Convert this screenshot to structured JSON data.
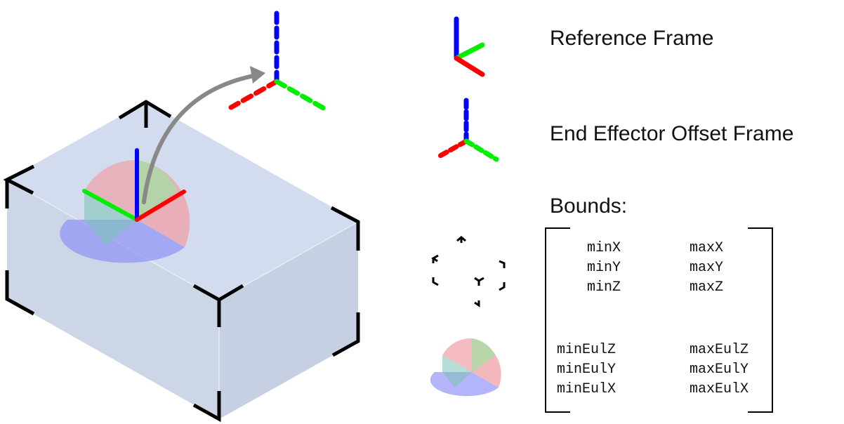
{
  "legend": {
    "reference_frame": "Reference Frame",
    "end_effector_offset_frame": "End Effector Offset Frame",
    "bounds_heading": "Bounds:"
  },
  "bounds_matrix": {
    "position": {
      "min": [
        "minX",
        "minY",
        "minZ"
      ],
      "max": [
        "maxX",
        "maxY",
        "maxZ"
      ]
    },
    "orientation": {
      "min": [
        "minEulZ",
        "minEulY",
        "minEulX"
      ],
      "max": [
        "maxEulZ",
        "maxEulY",
        "maxEulX"
      ]
    }
  },
  "colors": {
    "x_axis": "#ff0000",
    "y_axis": "#00ee00",
    "z_axis": "#0000ff",
    "box_fill": "#d6deee",
    "arrow": "#888888"
  }
}
